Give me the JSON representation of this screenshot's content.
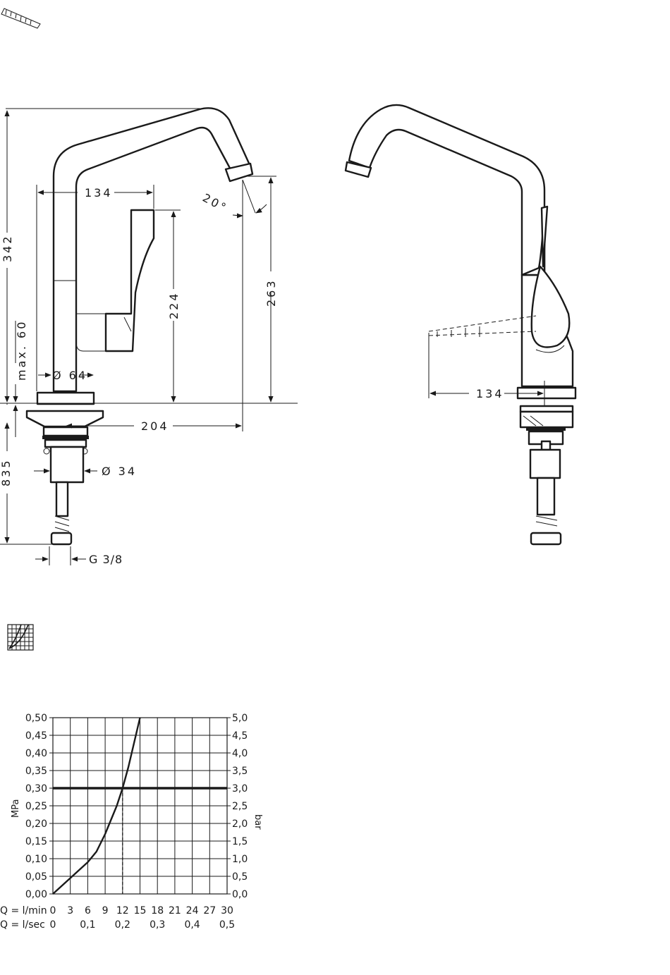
{
  "icons": [
    "ruler-icon",
    "flow-chart-icon"
  ],
  "dimensions": {
    "total_height": "342",
    "spout_reach_top": "134",
    "angle": "20°",
    "handle_height": "224",
    "outlet_height": "263",
    "max_deck": "max. 60",
    "base_diameter": "Ø 64",
    "spout_reach": "204",
    "shank_length": "835",
    "shank_diameter": "Ø 34",
    "thread": "G 3/8",
    "side_reach": "134"
  },
  "chart_data": {
    "type": "line",
    "title": "",
    "xlabel": "Q = l/min",
    "xlabel_secondary": "Q = l/sec",
    "ylabel": "MPa",
    "ylabel_right": "bar",
    "x_ticks": [
      "0",
      "3",
      "6",
      "9",
      "12",
      "15",
      "18",
      "21",
      "24",
      "27",
      "30"
    ],
    "x2_ticks": [
      "0",
      "0,1",
      "0,2",
      "0,3",
      "0,4",
      "0,5"
    ],
    "y_ticks": [
      "0,00",
      "0,05",
      "0,10",
      "0,15",
      "0,20",
      "0,25",
      "0,30",
      "0,35",
      "0,40",
      "0,45",
      "0,50"
    ],
    "y2_ticks": [
      "0,0",
      "0,5",
      "1,0",
      "1,5",
      "2,0",
      "2,5",
      "3,0",
      "3,5",
      "4,0",
      "4,5",
      "5,0"
    ],
    "xlim": [
      0,
      30
    ],
    "ylim": [
      0,
      0.5
    ],
    "grid": true,
    "series": [
      {
        "x": [
          0,
          2,
          4,
          6,
          7.5,
          9,
          10,
          11,
          12,
          13,
          14,
          15
        ],
        "y": [
          0,
          0.03,
          0.06,
          0.09,
          0.12,
          0.17,
          0.21,
          0.25,
          0.3,
          0.36,
          0.43,
          0.5
        ]
      }
    ],
    "reference_line": {
      "y": 0.3
    },
    "marker_line": {
      "x": 12
    }
  }
}
